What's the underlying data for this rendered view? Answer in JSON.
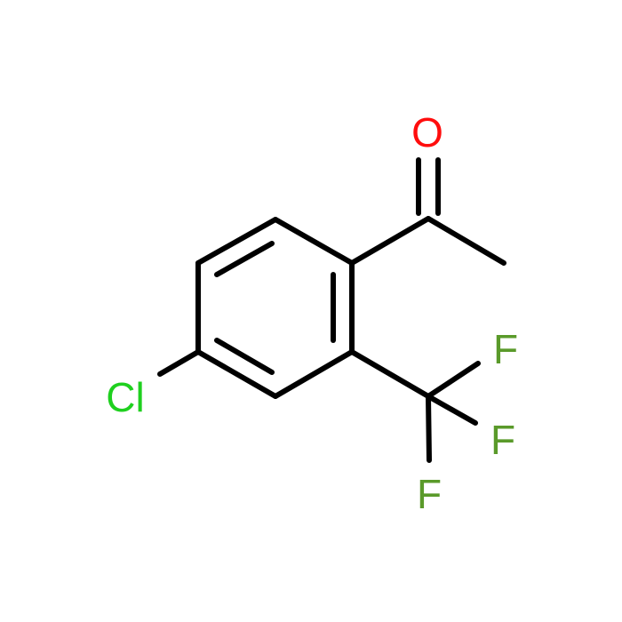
{
  "molecule": {
    "atoms": {
      "oxygen": {
        "label": "O",
        "color": "#ff0d0d"
      },
      "chlorine": {
        "label": "Cl",
        "color": "#1fd01f"
      },
      "fluorine_1": {
        "label": "F",
        "color": "#5a9a2a"
      },
      "fluorine_2": {
        "label": "F",
        "color": "#5a9a2a"
      },
      "fluorine_3": {
        "label": "F",
        "color": "#5a9a2a"
      }
    },
    "bond_color": "#000000"
  }
}
